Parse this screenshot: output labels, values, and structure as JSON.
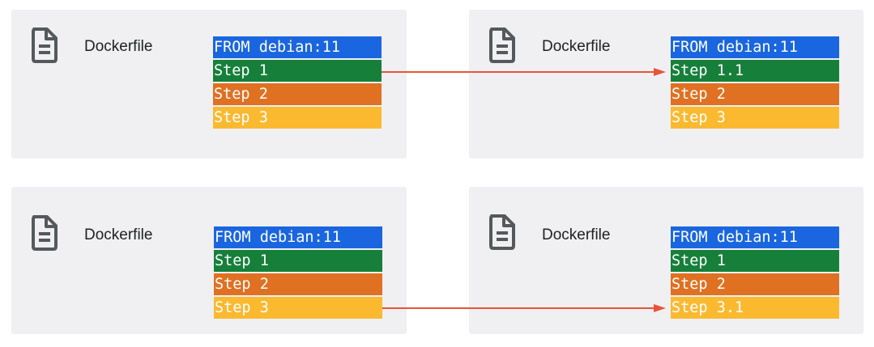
{
  "colors": {
    "card_bg": "#f0f0f2",
    "base_layer": "#1a66e0",
    "step1_layer": "#16803b",
    "step2_layer": "#e07022",
    "step3_layer": "#fbb930",
    "arrow": "#e8533a",
    "icon": "#55595c"
  },
  "icons": {
    "file": "document-icon"
  },
  "panels": {
    "top_left": {
      "label": "Dockerfile",
      "layers": [
        "FROM debian:11",
        "Step 1",
        "Step 2",
        "Step 3"
      ]
    },
    "top_right": {
      "label": "Dockerfile",
      "layers": [
        "FROM debian:11",
        "Step 1.1",
        "Step 2",
        "Step 3"
      ]
    },
    "bottom_left": {
      "label": "Dockerfile",
      "layers": [
        "FROM debian:11",
        "Step 1",
        "Step 2",
        "Step 3"
      ]
    },
    "bottom_right": {
      "label": "Dockerfile",
      "layers": [
        "FROM debian:11",
        "Step 1",
        "Step 2",
        "Step 3.1"
      ]
    }
  }
}
